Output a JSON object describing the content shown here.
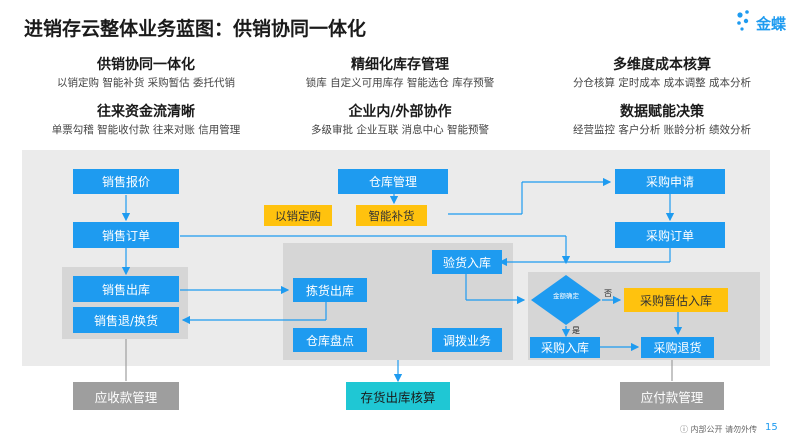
{
  "title": "进销存云整体业务蓝图：供销协同一体化",
  "logo": {
    "text": "金蝶",
    "icon": "kingdee-dots-logo"
  },
  "capabilities": [
    {
      "title": "供销协同一体化",
      "items": "以销定购 智能补货 采购暂估 委托代销"
    },
    {
      "title": "精细化库存管理",
      "items": "锁库 自定义可用库存 智能选仓 库存预警"
    },
    {
      "title": "多维度成本核算",
      "items": "分仓核算 定时成本 成本调整 成本分析"
    },
    {
      "title": "往来资金流清晰",
      "items": "单票勾稽 智能收付款 往来对账 信用管理"
    },
    {
      "title": "企业内/外部协作",
      "items": "多级审批 企业互联 消息中心 智能预警"
    },
    {
      "title": "数据赋能决策",
      "items": "经营监控 客户分析 账龄分析 绩效分析"
    }
  ],
  "flow": {
    "sales_quote": "销售报价",
    "sales_order": "销售订单",
    "sales_out": "销售出库",
    "sales_return": "销售退/换货",
    "receivable": "应收款管理",
    "warehouse_mgmt": "仓库管理",
    "sales_based_purchase": "以销定购",
    "smart_replenish": "智能补货",
    "pick_out": "拣货出库",
    "inventory_check": "仓库盘点",
    "inspect_in": "验货入库",
    "transfer": "调拨业务",
    "cost_accounting": "存货出库核算",
    "purchase_request": "采购申请",
    "purchase_order": "采购订单",
    "decision": "金额确定",
    "decision_no": "否",
    "decision_yes": "是",
    "provisional_in": "采购暂估入库",
    "purchase_in": "采购入库",
    "purchase_return": "采购退货",
    "payable": "应付款管理"
  },
  "footer": {
    "note": "内部公开 请勿外传",
    "page": "15"
  },
  "colors": {
    "blue": "#1e9bf0",
    "yellow": "#ffc20e",
    "gray": "#9e9e9e",
    "teal": "#1fc7d4"
  }
}
